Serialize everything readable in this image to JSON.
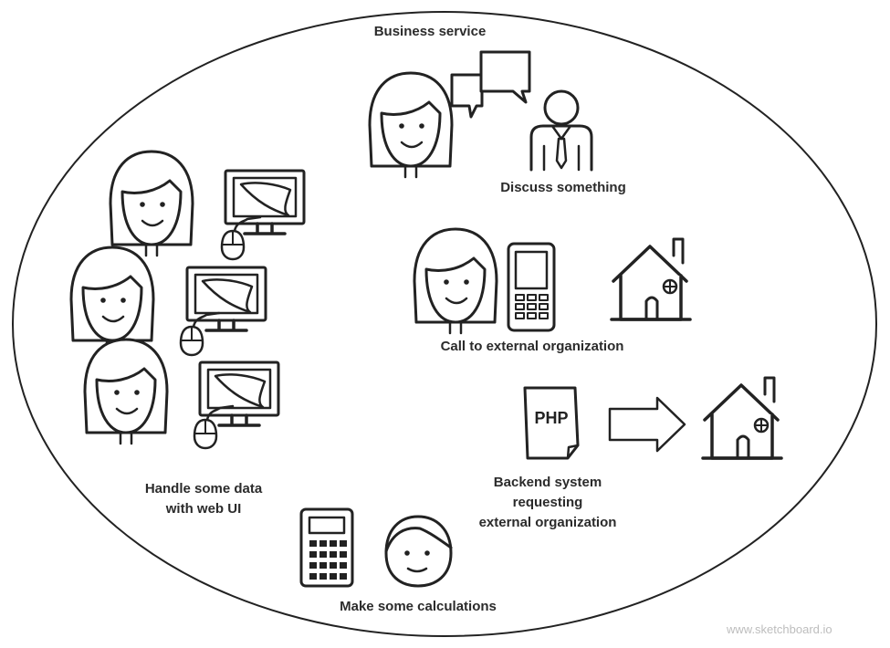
{
  "labels": {
    "business_service": "Business service",
    "discuss": "Discuss something",
    "call": "Call to external organization",
    "backend": [
      "Backend system",
      "requesting",
      "external organization"
    ],
    "handle": [
      "Handle some data",
      "with web UI"
    ],
    "calculations": "Make some calculations",
    "php": "PHP"
  },
  "watermark": "www.sketchboard.io",
  "icons": [
    "woman-icon",
    "speech-bubbles-icon",
    "businessman-icon",
    "monitor-icon",
    "mouse-icon",
    "mobile-phone-icon",
    "house-icon",
    "php-document-icon",
    "arrow-right-icon",
    "calculator-icon",
    "man-icon"
  ]
}
